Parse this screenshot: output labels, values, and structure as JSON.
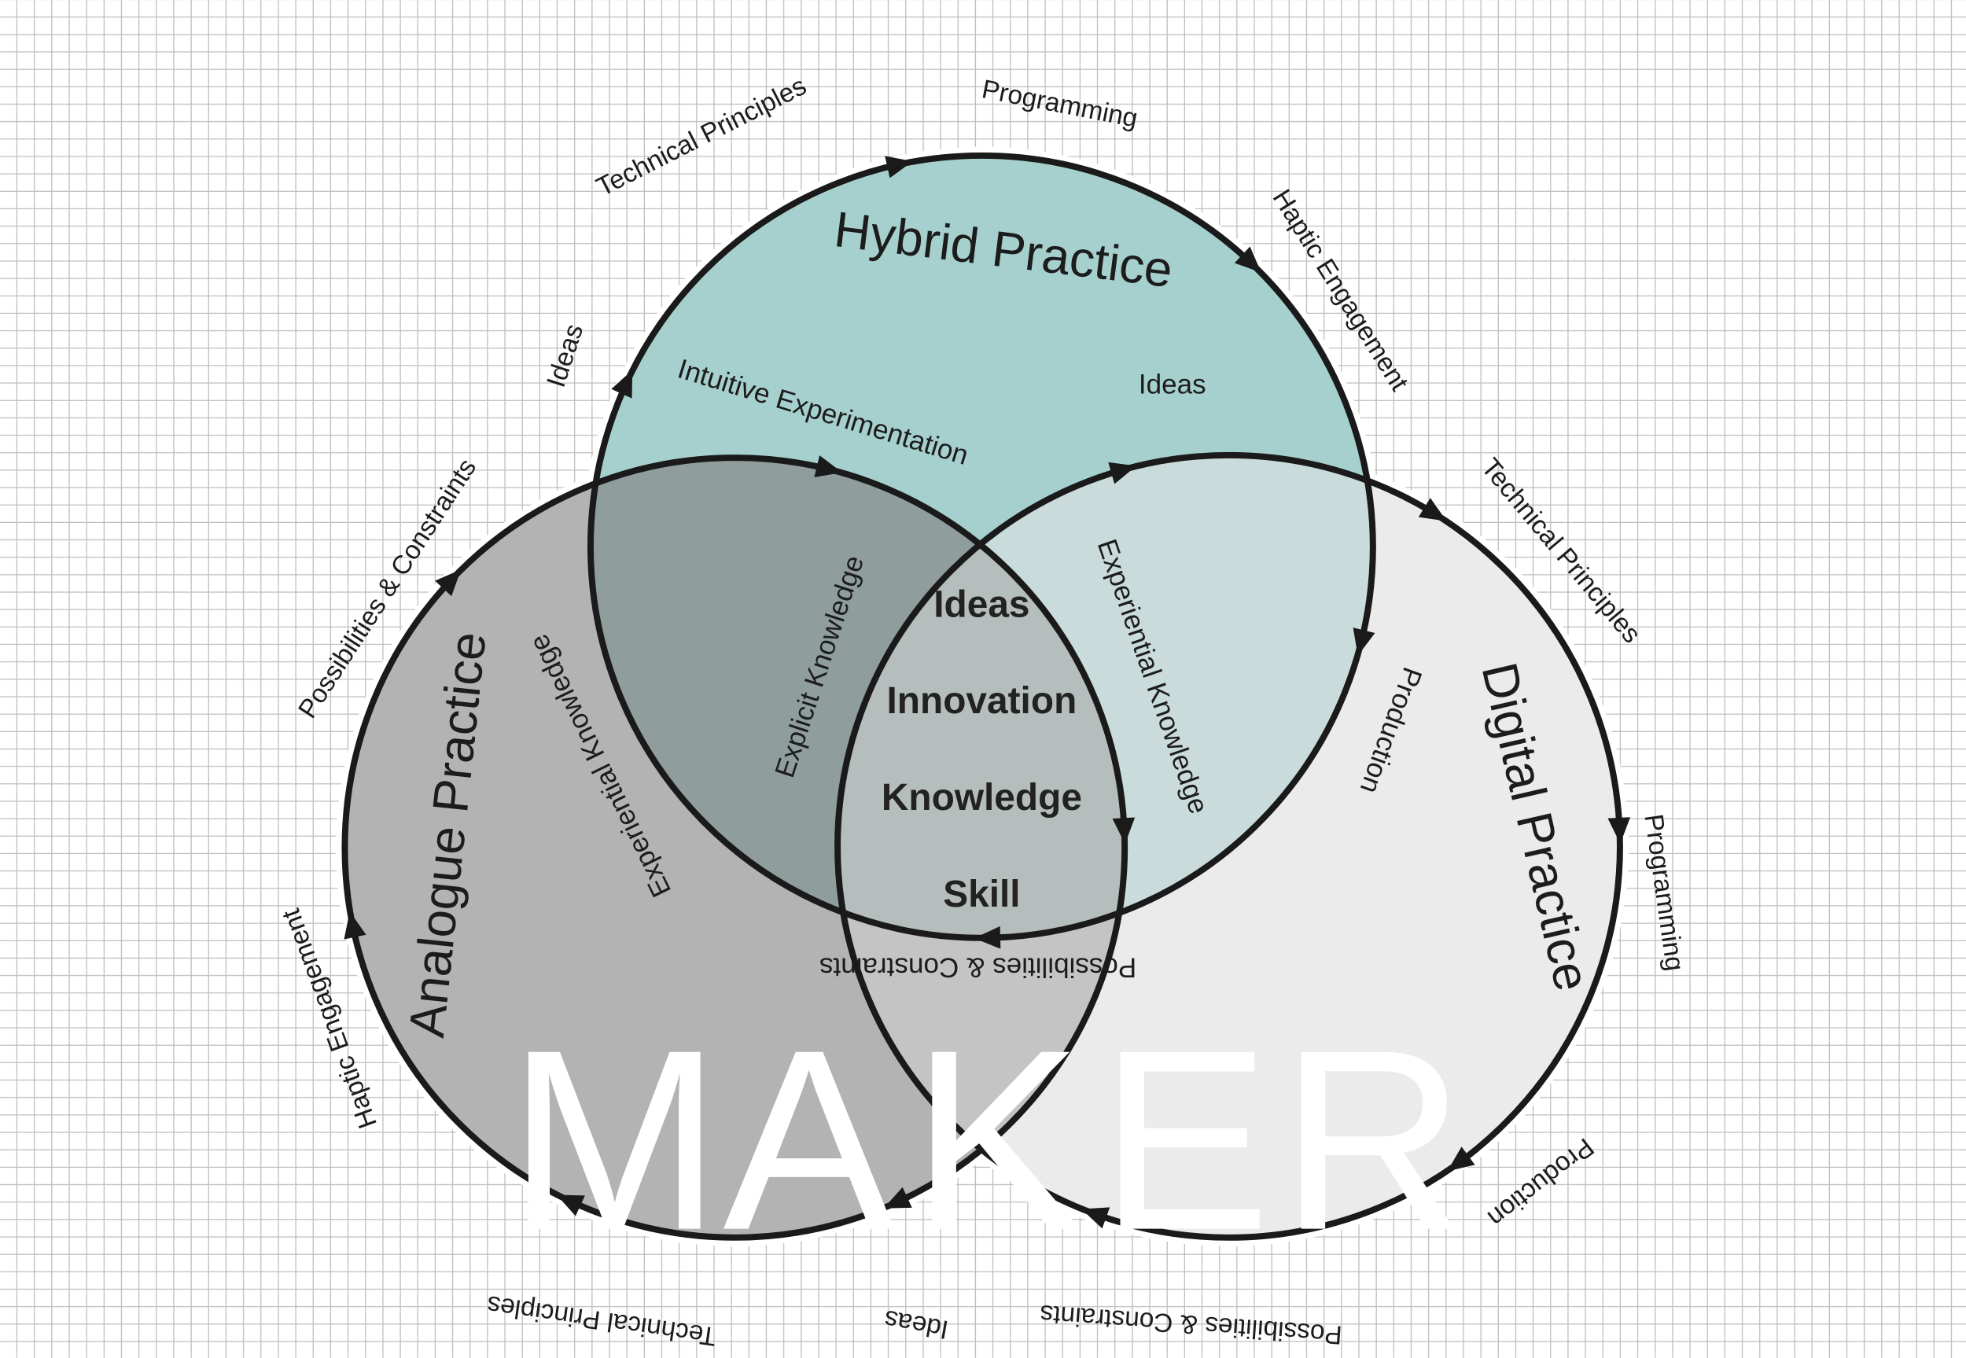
{
  "title_letters": [
    "M",
    "A",
    "K",
    "E",
    "R"
  ],
  "practices": {
    "hybrid": "Hybrid Practice",
    "analogue": "Analogue Practice",
    "digital": "Digital Practice"
  },
  "core": [
    "Ideas",
    "Innovation",
    "Knowledge",
    "Skill"
  ],
  "outer_labels": {
    "programming_top": "Programming",
    "technical_principles_top": "Technical Principles",
    "haptic_engagement_top": "Haptic Engagement",
    "ideas_top_left": "Ideas",
    "technical_principles_right": "Technical Principles",
    "possibilities_constraints_left": "Possibilities & Constraints",
    "programming_right": "Programming",
    "haptic_engagement_left": "Haptic Engagement",
    "production_bottom_right": "Production",
    "technical_principles_bottom": "Technical Principles",
    "ideas_bottom": "Ideas",
    "possibilities_constraints_bottom": "Possibilities & Constraints"
  },
  "inner_labels": {
    "intuitive_experimentation": "Intuitive Experimentation",
    "ideas_hybrid": "Ideas",
    "explicit_knowledge": "Explicit Knowledge",
    "experiential_knowledge_right": "Experiential Knowledge",
    "experiential_knowledge_left": "Experiential Knowledge",
    "production_digital": "Production",
    "possibilities_constraints_center": "Possibilities & Constraints"
  },
  "colors": {
    "grid_line": "#bdbdbd",
    "hybrid": "#a6d0cd",
    "analogue": "#b3b3b3",
    "digital": "#ebebeb",
    "hybrid_analogue": "#8f9e9d",
    "hybrid_digital": "#c9dbda",
    "analogue_digital": "#c4c4c4",
    "center": "#b6bebd",
    "outline": "#1a1a1a"
  }
}
